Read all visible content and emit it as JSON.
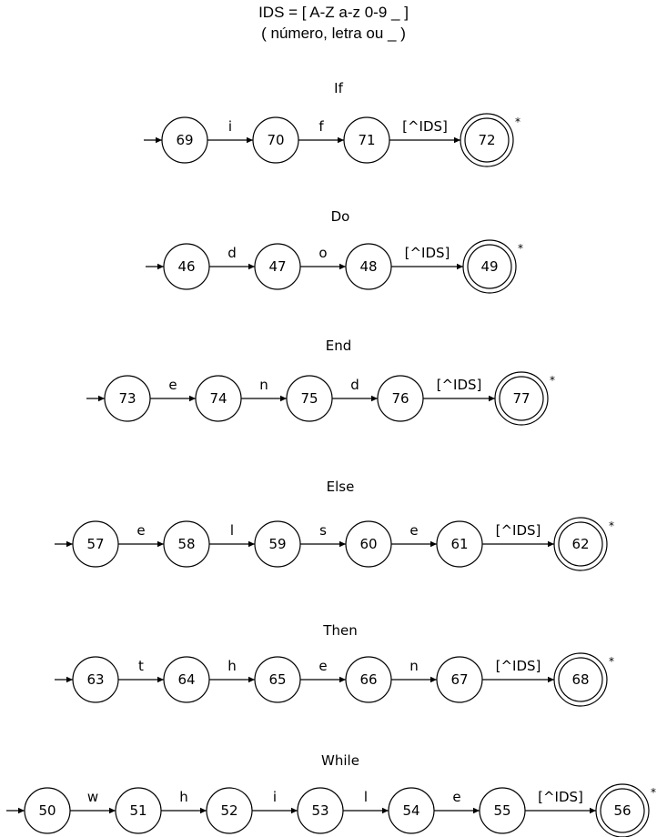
{
  "header": {
    "line1": "IDS = [ A-Z a-z 0-9 _ ]",
    "line2": "( número, letra ou _ )"
  },
  "automata": [
    {
      "title": "If",
      "states": [
        "69",
        "70",
        "71",
        "72"
      ],
      "transitions": [
        "i",
        "f",
        "[^IDS]"
      ],
      "final_marker": "*"
    },
    {
      "title": "Do",
      "states": [
        "46",
        "47",
        "48",
        "49"
      ],
      "transitions": [
        "d",
        "o",
        "[^IDS]"
      ],
      "final_marker": "*"
    },
    {
      "title": "End",
      "states": [
        "73",
        "74",
        "75",
        "76",
        "77"
      ],
      "transitions": [
        "e",
        "n",
        "d",
        "[^IDS]"
      ],
      "final_marker": "*"
    },
    {
      "title": "Else",
      "states": [
        "57",
        "58",
        "59",
        "60",
        "61",
        "62"
      ],
      "transitions": [
        "e",
        "l",
        "s",
        "e",
        "[^IDS]"
      ],
      "final_marker": "*"
    },
    {
      "title": "Then",
      "states": [
        "63",
        "64",
        "65",
        "66",
        "67",
        "68"
      ],
      "transitions": [
        "t",
        "h",
        "e",
        "n",
        "[^IDS]"
      ],
      "final_marker": "*"
    },
    {
      "title": "While",
      "states": [
        "50",
        "51",
        "52",
        "53",
        "54",
        "55",
        "56"
      ],
      "transitions": [
        "w",
        "h",
        "i",
        "l",
        "e",
        "[^IDS]"
      ],
      "final_marker": "*"
    }
  ]
}
